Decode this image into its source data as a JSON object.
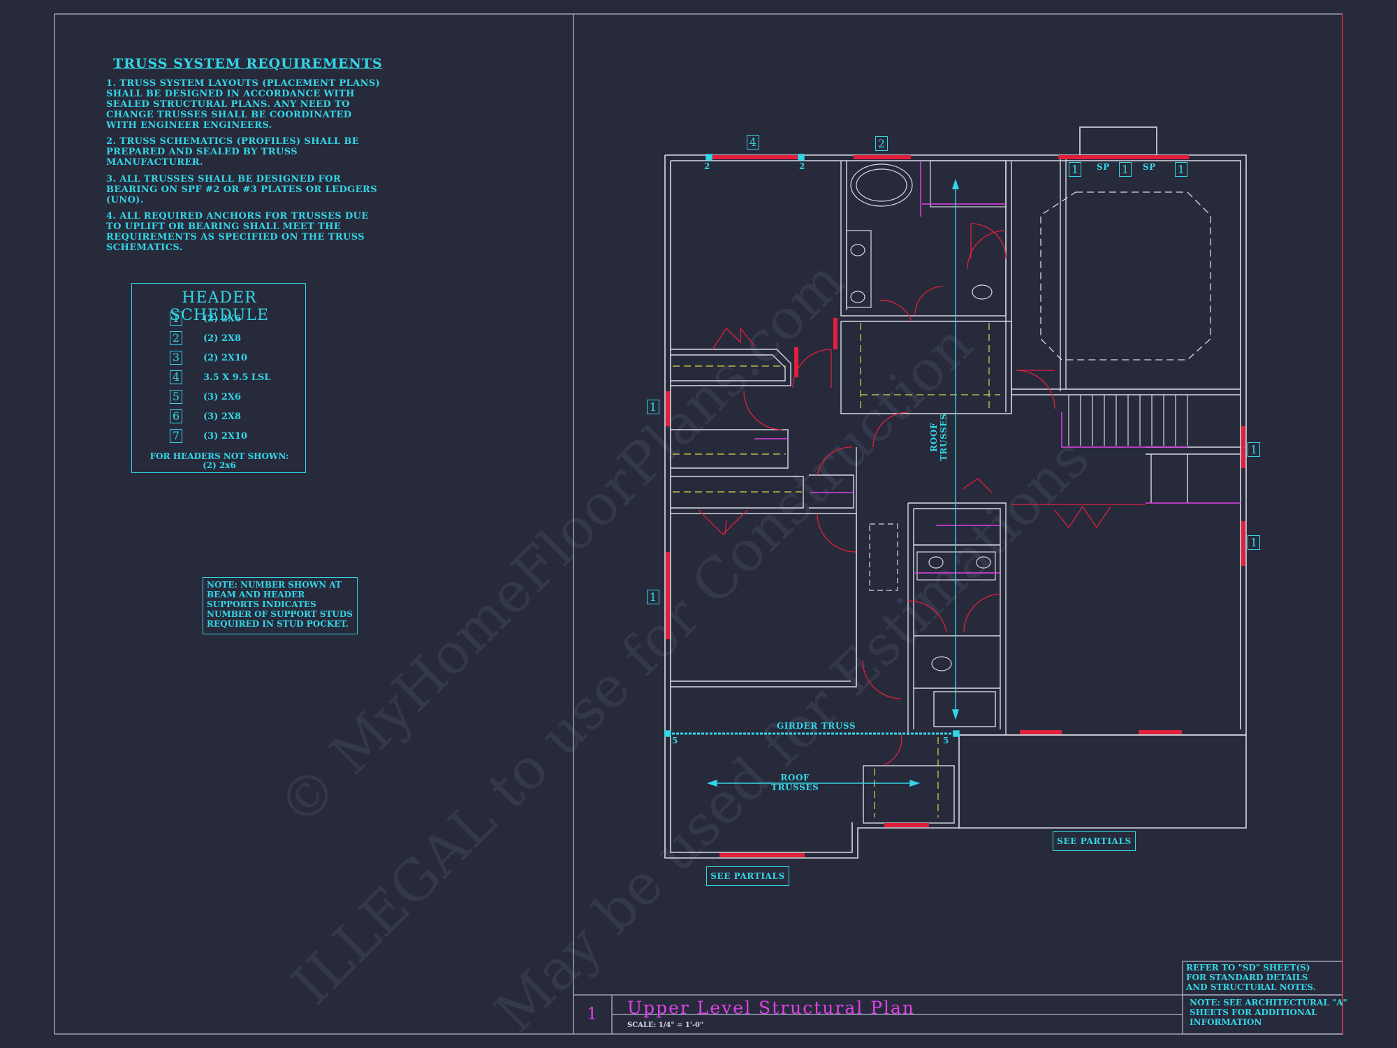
{
  "truss_requirements": {
    "title": "TRUSS SYSTEM REQUIREMENTS",
    "notes": [
      "1. TRUSS SYSTEM LAYOUTS (PLACEMENT PLANS)\nSHALL BE DESIGNED IN ACCORDANCE WITH\nSEALED STRUCTURAL PLANS. ANY NEED TO\nCHANGE TRUSSES SHALL BE COORDINATED\nWITH ENGINEER ENGINEERS.",
      "2. TRUSS SCHEMATICS (PROFILES) SHALL BE\nPREPARED AND SEALED BY TRUSS\nMANUFACTURER.",
      "3. ALL TRUSSES SHALL BE DESIGNED FOR\nBEARING ON SPF #2 OR #3 PLATES OR LEDGERS\n(UNO).",
      "4. ALL REQUIRED ANCHORS FOR TRUSSES DUE\nTO UPLIFT OR BEARING SHALL MEET THE\nREQUIREMENTS AS SPECIFIED ON THE TRUSS\nSCHEMATICS."
    ]
  },
  "header_schedule": {
    "title": "HEADER SCHEDULE",
    "rows": [
      {
        "tag": "1",
        "spec": "(2) 2X6"
      },
      {
        "tag": "2",
        "spec": "(2) 2X8"
      },
      {
        "tag": "3",
        "spec": "(2) 2X10"
      },
      {
        "tag": "4",
        "spec": "3.5 X 9.5 LSL"
      },
      {
        "tag": "5",
        "spec": "(3) 2X6"
      },
      {
        "tag": "6",
        "spec": "(3) 2X8"
      },
      {
        "tag": "7",
        "spec": "(3) 2X10"
      }
    ],
    "footer": "FOR HEADERS NOT SHOWN:\n(2) 2x6"
  },
  "stud_note": "NOTE: NUMBER SHOWN AT\nBEAM AND HEADER\nSUPPORTS INDICATES\nNUMBER OF SUPPORT STUDS\nREQUIRED IN STUD POCKET.",
  "plan": {
    "labels": {
      "girder_truss": "GIRDER TRUSS",
      "roof_trusses_h": "ROOF\nTRUSSES",
      "roof_trusses_v": "ROOF\nTRUSSES",
      "see_partials_left": "SEE PARTIALS",
      "see_partials_right": "SEE PARTIALS",
      "sp": "SP"
    },
    "header_tags": [
      "4",
      "2",
      "1",
      "1",
      "1",
      "1",
      "1",
      "1",
      "1"
    ],
    "stud_counts": [
      "2",
      "2",
      "5",
      "5"
    ]
  },
  "title_block": {
    "sheet_number": "1",
    "title": "Upper Level Structural Plan",
    "scale": "SCALE: 1/4\" = 1'-0\"",
    "ref_note": "REFER TO \"SD\" SHEET(S)\nFOR STANDARD DETAILS\nAND STRUCTURAL NOTES.",
    "arch_note": "NOTE: SEE ARCHITECTURAL \"A\"\nSHEETS FOR ADDITIONAL\nINFORMATION"
  },
  "watermark": {
    "line1": "© MyHomeFloorPlans.com",
    "line2": "ILLEGAL to use for Construction",
    "line3": "May be used for Estimations"
  },
  "colors": {
    "background": "#272a3b",
    "annotation": "#33d6e6",
    "header": "#e0203c",
    "wall": "#d8dbe4",
    "accent": "#e040e8"
  }
}
